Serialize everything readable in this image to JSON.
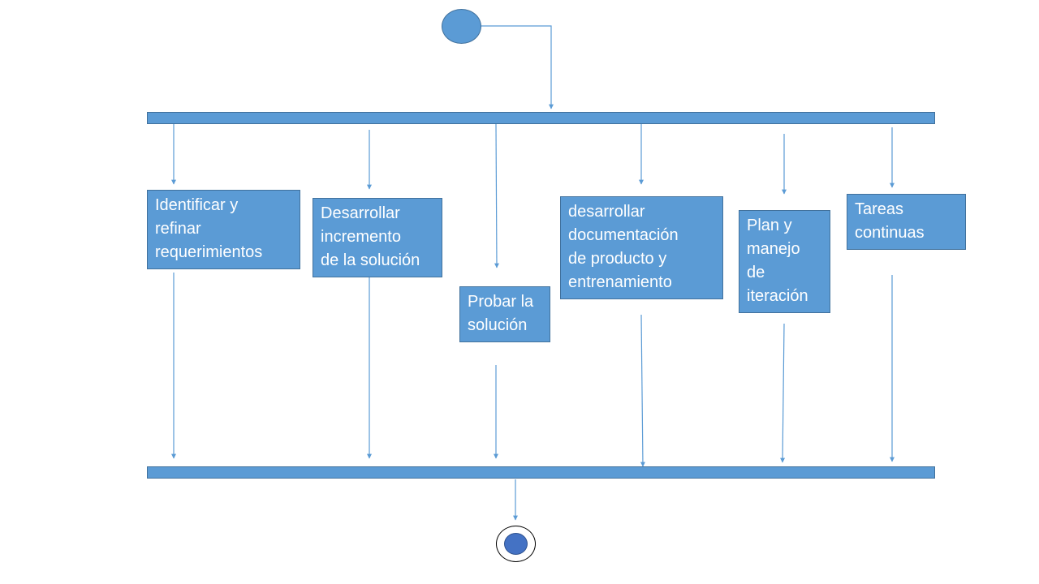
{
  "diagram": {
    "start_node": {
      "name": "start"
    },
    "fork_bar": {
      "name": "fork"
    },
    "join_bar": {
      "name": "join"
    },
    "end_node": {
      "name": "end"
    },
    "activities": [
      {
        "text": "Identificar y\nrefinar\nrequerimientos"
      },
      {
        "text": "Desarrollar\nincremento\nde la solución"
      },
      {
        "text": "Probar la\nsolución"
      },
      {
        "text": "desarrollar\ndocumentación\nde producto y\nentrenamiento"
      },
      {
        "text": "Plan y\nmanejo\nde\niteración"
      },
      {
        "text": "Tareas\ncontinuas"
      }
    ]
  },
  "colors": {
    "fill": "#5b9bd5",
    "border": "#41719c",
    "connector": "#5b9bd5",
    "end_inner": "#4472c4",
    "text": "#ffffff"
  }
}
